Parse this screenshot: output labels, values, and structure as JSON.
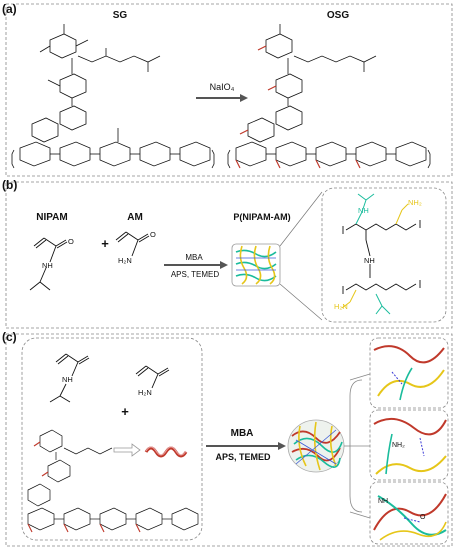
{
  "panel_a": {
    "label": "(a)",
    "left_title": "SG",
    "right_title": "OSG",
    "reagent": "NaIO₄"
  },
  "panel_b": {
    "label": "(b)",
    "monomer1": "NIPAM",
    "plus": "+",
    "monomer2": "AM",
    "product": "P(NIPAM-AM)",
    "reagent_top": "MBA",
    "reagent_bottom": "APS, TEMED",
    "nh2_top": "NH₂",
    "h2n_label": "H₂N",
    "nh_label": "NH",
    "o_label": "O"
  },
  "panel_c": {
    "label": "(c)",
    "plus": "+",
    "h2n_label": "H₂N",
    "nh_label": "NH",
    "reagent_top": "MBA",
    "reagent_bottom": "APS, TEMED",
    "nh2_label": "NH₂",
    "o_label": "O"
  },
  "colors": {
    "osg_red": "#c0392b",
    "nipam_green": "#1abc9c",
    "am_yellow": "#e6c619",
    "hbond_blue": "#3b3bd6",
    "frame_gray": "#888888"
  }
}
